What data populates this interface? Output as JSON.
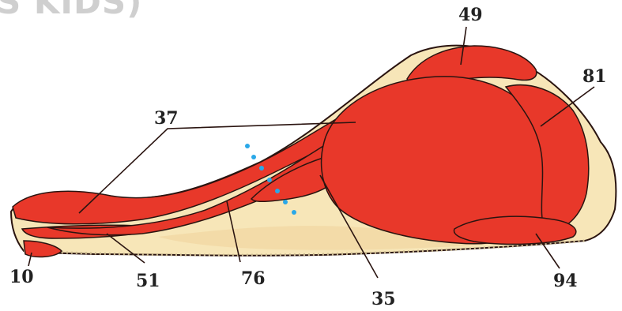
{
  "header": {
    "partial_title": "S KIDS)"
  },
  "colors": {
    "muscle": "#e8382a",
    "muscle_outline": "#2a1410",
    "fat": "#f7e6b8",
    "fat_shadow": "#f1d8a4",
    "bone_edge": "#c9b88f",
    "dots": "#2aa8e8",
    "label_text": "#222222",
    "header_text": "#cfcfcf"
  },
  "labels": {
    "l49": "49",
    "l81": "81",
    "l37": "37",
    "l10": "10",
    "l51": "51",
    "l76": "76",
    "l35": "35",
    "l94": "94"
  }
}
